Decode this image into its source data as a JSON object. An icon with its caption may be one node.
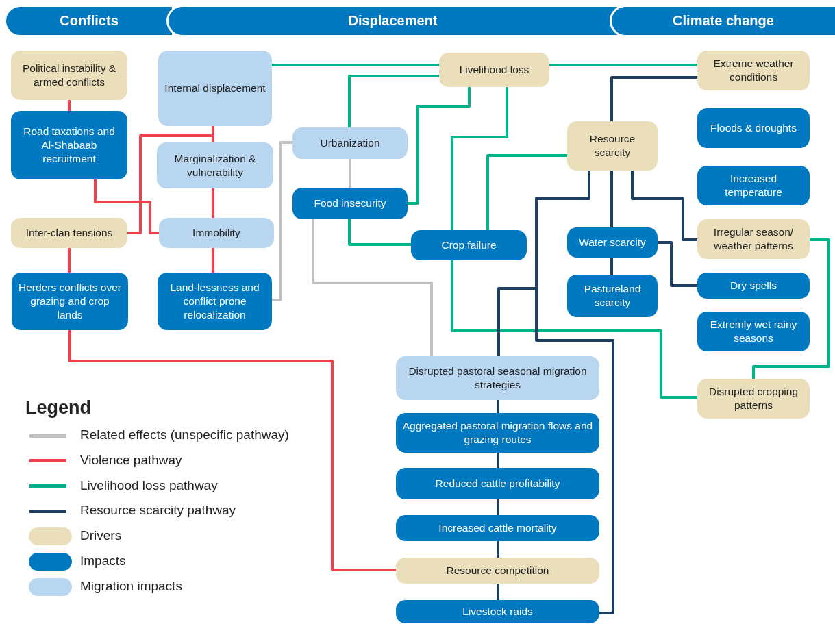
{
  "diagram": {
    "nodes": [
      {
        "text": [
          "Conflicts"
        ]
      },
      {
        "text": [
          "Displacement"
        ]
      },
      {
        "text": [
          "Climate change"
        ]
      },
      {
        "text": [
          "Political instability & armed conflicts"
        ]
      },
      {
        "text": [
          "Internal displacement"
        ]
      },
      {
        "text": [
          "Livelihood loss"
        ]
      },
      {
        "text": [
          "Extreme weather conditions"
        ]
      },
      {
        "text": [
          "Road taxations and Al-Shabaab recruitment"
        ]
      },
      {
        "text": [
          "Floods & droughts"
        ]
      },
      {
        "text": [
          "Urbanization"
        ]
      },
      {
        "text": [
          "Resource scarcity"
        ]
      },
      {
        "text": [
          "Marginalization & vulnerability"
        ]
      },
      {
        "text": [
          "Increased temperature"
        ]
      },
      {
        "text": [
          "Food insecurity"
        ]
      },
      {
        "text": [
          "Inter-clan tensions"
        ]
      },
      {
        "text": [
          "Immobility"
        ]
      },
      {
        "text": [
          "Irregular season/ weather patterns"
        ]
      },
      {
        "text": [
          "Crop failure"
        ]
      },
      {
        "text": [
          "Water scarcity"
        ]
      },
      {
        "text": [
          "Herders conflicts over grazing and crop lands"
        ]
      },
      {
        "text": [
          "Land-lessness and conflict prone relocalization"
        ]
      },
      {
        "text": [
          "Pastureland scarcity"
        ]
      },
      {
        "text": [
          "Dry spells"
        ]
      },
      {
        "text": [
          "Extremly wet rainy seasons"
        ]
      },
      {
        "text": [
          "Disrupted pastoral seasonal migration strategies"
        ]
      },
      {
        "text": [
          "Disrupted cropping patterns"
        ]
      },
      {
        "text": [
          "Aggregated pastoral migration flows and grazing routes"
        ]
      },
      {
        "text": [
          "Reduced  cattle profitability"
        ]
      },
      {
        "text": [
          "Increased cattle mortality"
        ]
      },
      {
        "text": [
          "Resource competition"
        ]
      },
      {
        "text": [
          "Livestock raids"
        ]
      }
    ],
    "edges": [
      {
        "from": 3,
        "to": 7,
        "arrow": "none",
        "color": "#ef4050"
      },
      {
        "from": 7,
        "to": 15,
        "arrow": "none",
        "color": "#ef4050"
      },
      {
        "from": 4,
        "to": 11,
        "arrow": "none",
        "color": "#ef4050"
      },
      {
        "from": 14,
        "to": 4,
        "arrow": "none",
        "color": "#ef4050"
      },
      {
        "from": 11,
        "to": 15,
        "arrow": "none",
        "color": "#ef4050"
      },
      {
        "from": 15,
        "to": 20,
        "arrow": "none",
        "color": "#ef4050"
      },
      {
        "from": 14,
        "to": 19,
        "arrow": "none",
        "color": "#ef4050"
      },
      {
        "from": 19,
        "to": 29,
        "arrow": "none",
        "color": "#ef4050"
      },
      {
        "from": 4,
        "to": 5,
        "arrow": "none",
        "color": "#00b388"
      },
      {
        "from": 5,
        "to": 6,
        "arrow": "none",
        "color": "#00b388"
      },
      {
        "from": 5,
        "to": 9,
        "arrow": "none",
        "color": "#00b388"
      },
      {
        "from": 5,
        "to": 13,
        "arrow": "none",
        "color": "#00b388"
      },
      {
        "from": 5,
        "to": 17,
        "arrow": "none",
        "color": "#00b388"
      },
      {
        "from": 17,
        "to": 25,
        "arrow": "none",
        "color": "#00b388"
      },
      {
        "from": 10,
        "to": 17,
        "arrow": "none",
        "color": "#00b388"
      },
      {
        "from": 13,
        "to": 17,
        "arrow": "none",
        "color": "#00b388"
      },
      {
        "from": 16,
        "to": 25,
        "arrow": "none",
        "color": "#00b388"
      },
      {
        "from": 6,
        "to": 10,
        "arrow": "none"
      },
      {
        "from": 10,
        "to": 18,
        "arrow": "none"
      },
      {
        "from": 18,
        "to": 21,
        "arrow": "none"
      },
      {
        "from": 10,
        "to": 16,
        "arrow": "none"
      },
      {
        "from": 18,
        "to": 22,
        "arrow": "none"
      },
      {
        "from": 10,
        "to": 30,
        "arrow": "none"
      },
      {
        "from": 10,
        "to": 24,
        "arrow": "none"
      },
      {
        "from": 24,
        "to": 26,
        "arrow": "none"
      },
      {
        "from": 26,
        "to": 27,
        "arrow": "none"
      },
      {
        "from": 27,
        "to": 28,
        "arrow": "none"
      },
      {
        "from": 28,
        "to": 29,
        "arrow": "none"
      },
      {
        "from": 29,
        "to": 30,
        "arrow": "none"
      },
      {
        "from": 9,
        "to": 13,
        "arrow": "none",
        "color": "#c0c0c0"
      },
      {
        "from": 9,
        "to": 20,
        "arrow": "none",
        "color": "#c0c0c0"
      },
      {
        "from": 13,
        "to": 24,
        "arrow": "none",
        "color": "#c0c0c0"
      }
    ],
    "labels": [
      "Legend"
    ],
    "legend": [
      {
        "text": "Related effects (unspecific pathway)"
      },
      {
        "text": "Violence pathway"
      },
      {
        "text": "Livelihood loss pathway"
      },
      {
        "text": "Resource scarcity pathway"
      },
      {
        "text": "Drivers",
        "color": "#ebdfbb"
      },
      {
        "text": "Impacts",
        "color": "#0079c1"
      },
      {
        "text": "Migration impacts",
        "color": "#b8d6f0"
      }
    ]
  }
}
